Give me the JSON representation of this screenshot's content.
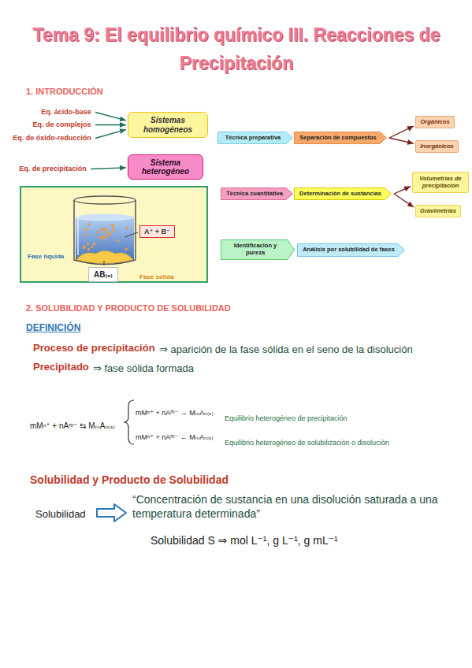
{
  "diagram": {
    "title": "Tema 9: El equilibrio químico III. Reacciones de Precipitación",
    "nodes": [
      {
        "text": [
          "Eq. ácido-base"
        ]
      },
      {
        "text": [
          "Eq. de complejos"
        ]
      },
      {
        "text": [
          "Eq. de óxido-reducción"
        ]
      },
      {
        "text": [
          "Sistemas homogéneos"
        ]
      },
      {
        "text": [
          "Eq. de precipitación"
        ]
      },
      {
        "text": [
          "Sistema heterogéneo"
        ]
      },
      {
        "text": [
          "Fase líquida",
          "Fase sólida"
        ]
      },
      {
        "text": [
          "A⁺ + B⁻"
        ],
        "in": 6
      },
      {
        "text": [
          "AB₍ₛ₎"
        ],
        "in": 6
      },
      {
        "text": [
          "Técnica preparativa"
        ]
      },
      {
        "text": [
          "Separación de compuestos"
        ]
      },
      {
        "text": [
          "Orgánicos"
        ]
      },
      {
        "text": [
          "Inorgánicos"
        ]
      },
      {
        "text": [
          "Técnica cuantitativa"
        ]
      },
      {
        "text": [
          "Determinación de sustancias"
        ]
      },
      {
        "text": [
          "Volumetrías de precipitación"
        ]
      },
      {
        "text": [
          "Gravimetrías"
        ]
      },
      {
        "text": [
          "Identificación y pureza"
        ]
      },
      {
        "text": [
          "Análisis por solubilidad de fases"
        ]
      }
    ],
    "edges": [
      {
        "from": 0,
        "to": 3,
        "arrow": "to"
      },
      {
        "from": 1,
        "to": 3,
        "arrow": "to"
      },
      {
        "from": 2,
        "to": 3,
        "arrow": "to"
      },
      {
        "from": 4,
        "to": 5,
        "arrow": "to"
      },
      {
        "from": 10,
        "to": 11,
        "arrow": "to"
      },
      {
        "from": 10,
        "to": 12,
        "arrow": "to"
      },
      {
        "from": 14,
        "to": 15,
        "arrow": "to"
      },
      {
        "from": 14,
        "to": 16,
        "arrow": "to"
      }
    ],
    "labels": [
      "1. INTRODUCCIÓN",
      "2. SOLUBILIDAD Y PRODUCTO DE SOLUBILIDAD",
      "DEFINICIÓN",
      "Proceso de precipitación",
      "⇒ aparición de la fase sólida en el seno de la disolución",
      "Precipitado",
      "⇒ fase sólida formada",
      "mMⁿ⁺ + nAᵐ⁻ ⇆ MₘAₙ₍ₛ₎",
      "mMⁿ⁺ + nAᵐ⁻ → MₘAₙ₍ₛ₎",
      "Equilibrio heterogéneo de precipitación",
      "mMⁿ⁺ + nAᵐ⁻ ← MₘAₙ₍ₛ₎",
      "Equilibrio heterogéneo de solubilización o disolución",
      "Solubilidad y Producto de Solubilidad",
      "Solubilidad",
      "“Concentración de sustancia en una disolución saturada a una temperatura determinada”",
      "Solubilidad S ⇒ mol L⁻¹, g L⁻¹, g mL⁻¹"
    ]
  }
}
